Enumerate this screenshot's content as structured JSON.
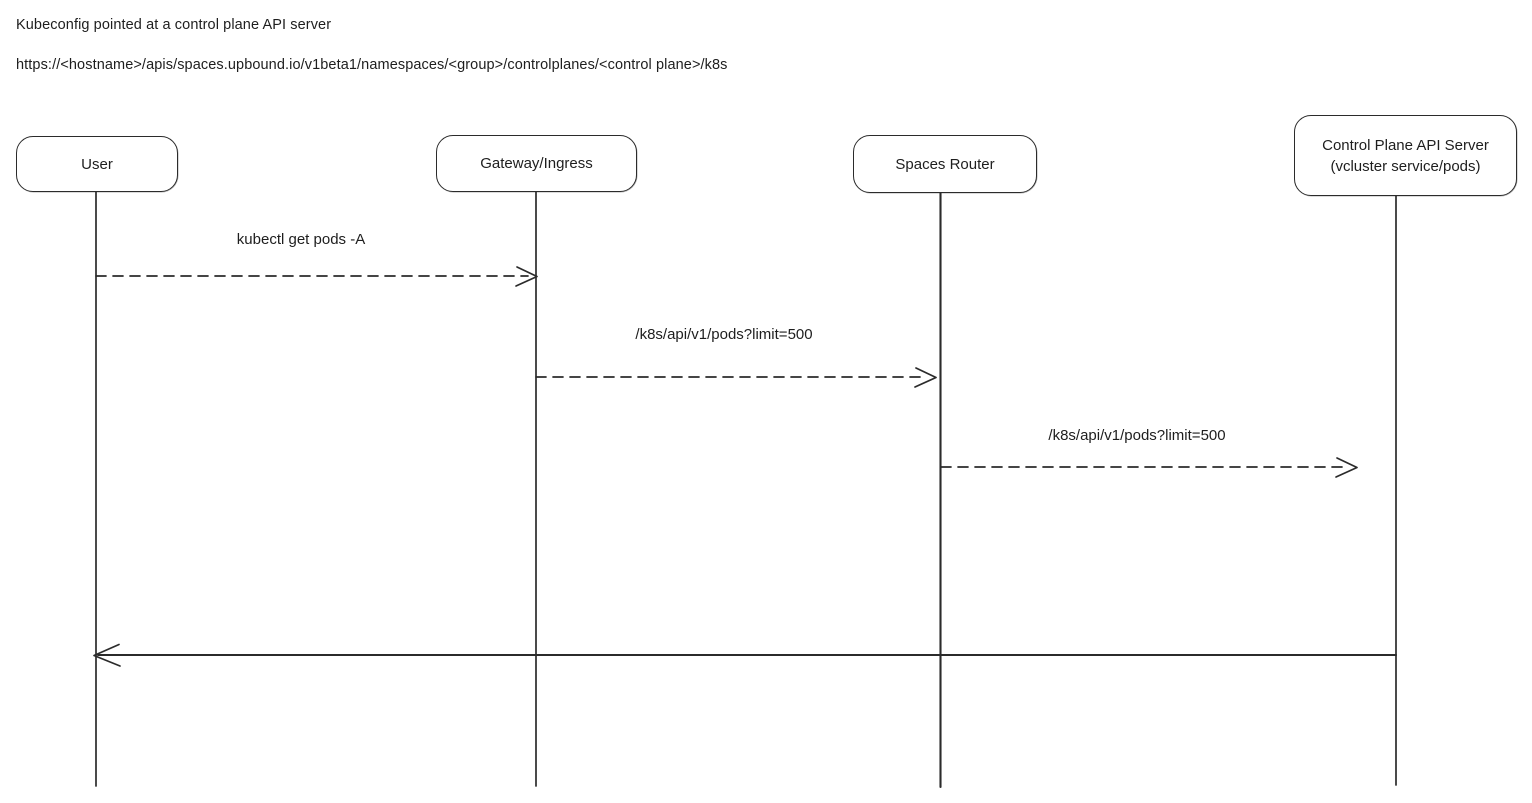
{
  "header": {
    "line1": "Kubeconfig pointed at a control plane API server",
    "line2": "https://<hostname>/apis/spaces.upbound.io/v1beta1/namespaces/<group>/controlplanes/<control plane>/k8s"
  },
  "diagram": {
    "type": "sequence",
    "actors": [
      {
        "id": "user",
        "label": "User"
      },
      {
        "id": "gateway",
        "label": "Gateway/Ingress"
      },
      {
        "id": "spaces-router",
        "label": "Spaces Router"
      },
      {
        "id": "control-plane",
        "label_line1": "Control Plane API Server",
        "label_line2": "(vcluster service/pods)"
      }
    ],
    "messages": [
      {
        "from": "user",
        "to": "gateway",
        "label": "kubectl get pods -A",
        "line_style": "dashed",
        "direction": "right"
      },
      {
        "from": "gateway",
        "to": "spaces-router",
        "label": "/k8s/api/v1/pods?limit=500",
        "line_style": "dashed",
        "direction": "right"
      },
      {
        "from": "spaces-router",
        "to": "control-plane",
        "label": "/k8s/api/v1/pods?limit=500",
        "line_style": "dashed",
        "direction": "right"
      },
      {
        "from": "control-plane",
        "to": "user",
        "label": "",
        "line_style": "solid",
        "direction": "left"
      }
    ]
  },
  "colors": {
    "stroke": "#2b2b2b",
    "text": "#1e1e1e",
    "background": "#ffffff"
  }
}
